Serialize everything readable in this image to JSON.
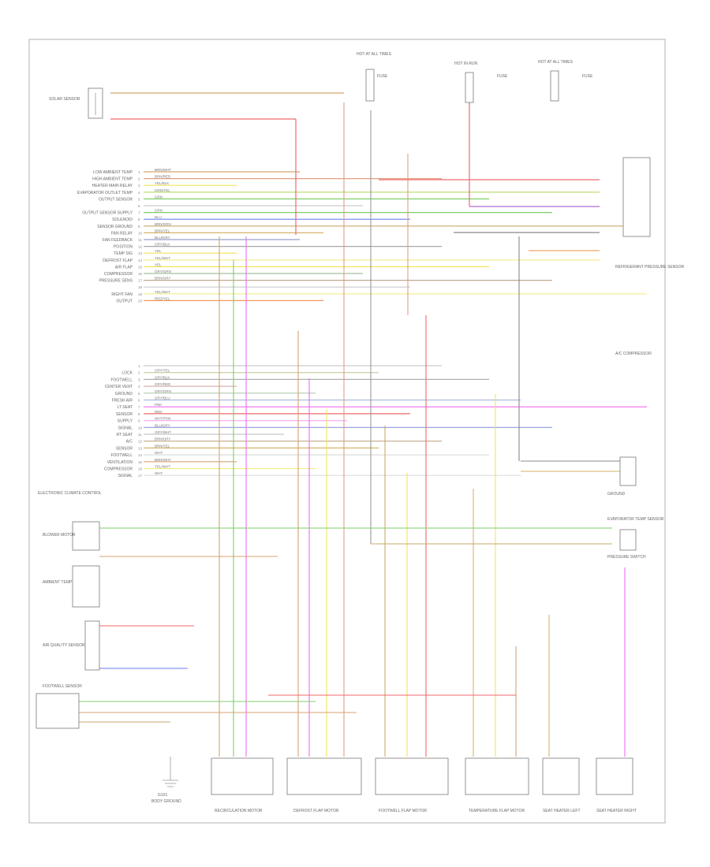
{
  "page": {
    "footer_code": ""
  },
  "ecm": {
    "upper_pins": [
      {
        "label": "LOW AMBIENT TEMP",
        "num": "1",
        "wire": "BRN/WHT",
        "color": "#d4a373"
      },
      {
        "label": "HIGH AMBIENT TEMP",
        "num": "2",
        "wire": "BRN/RED",
        "color": "#e0a080"
      },
      {
        "label": "HEATER MAIN RELAY",
        "num": "3",
        "wire": "YEL/BLK",
        "color": "#f2e45a"
      },
      {
        "label": "EVAPORATOR OUTLET TEMP",
        "num": "4",
        "wire": "GRN/YEL",
        "color": "#b4d860"
      },
      {
        "label": "OUTPUT SENSOR",
        "num": "5",
        "wire": "GRN",
        "color": "#7ecf6a"
      },
      {
        "label": "",
        "num": "6",
        "wire": "",
        "color": "#cccccc"
      },
      {
        "label": "OUTPUT SENSOR SUPPLY",
        "num": "7",
        "wire": "GRN",
        "color": "#7ecf6a"
      },
      {
        "label": "SOLENOID",
        "num": "8",
        "wire": "BLU",
        "color": "#6a7ff0"
      },
      {
        "label": "SENSOR GROUND",
        "num": "9",
        "wire": "BRN/GRN",
        "color": "#c9a96e"
      },
      {
        "label": "FAN RELAY",
        "num": "10",
        "wire": "BRN/YEL",
        "color": "#d6b46a"
      },
      {
        "label": "FAN FEEDBACK",
        "num": "11",
        "wire": "BLU/GRY",
        "color": "#9aa0c8"
      },
      {
        "label": "POSITION",
        "num": "12",
        "wire": "GRY/BLK",
        "color": "#a8a8a8"
      },
      {
        "label": "TEMP SIG",
        "num": "13",
        "wire": "YEL",
        "color": "#f2e45a"
      },
      {
        "label": "DEFROST FLAP",
        "num": "14",
        "wire": "YEL/WHT",
        "color": "#f4ec8a"
      },
      {
        "label": "AIR FLAP",
        "num": "15",
        "wire": "YEL",
        "color": "#f2e45a"
      },
      {
        "label": "COMPRESSOR",
        "num": "16",
        "wire": "GRY/GRN",
        "color": "#a6c0a0"
      },
      {
        "label": "PRESSURE SENS",
        "num": "17",
        "wire": "BRN/GRY",
        "color": "#bfa890"
      },
      {
        "label": "",
        "num": "18",
        "wire": "",
        "color": "#cccccc"
      },
      {
        "label": "RIGHT FAN",
        "num": "19",
        "wire": "YEL/WHT",
        "color": "#f4ec8a"
      },
      {
        "label": "OUTPUT",
        "num": "20",
        "wire": "RED/YEL",
        "color": "#f29a5a"
      }
    ],
    "lower_pins": [
      {
        "label": "",
        "num": "1",
        "wire": "",
        "color": "#cccccc"
      },
      {
        "label": "LOCK",
        "num": "2",
        "wire": "GRY/YEL",
        "color": "#c8c8a0"
      },
      {
        "label": "FOOTWELL",
        "num": "3",
        "wire": "GRY/BLK",
        "color": "#b0b0b0"
      },
      {
        "label": "CENTER VENT",
        "num": "4",
        "wire": "GRY/RED",
        "color": "#d6b0b0"
      },
      {
        "label": "GROUND",
        "num": "5",
        "wire": "GRY/GRN",
        "color": "#b0c8b0"
      },
      {
        "label": "FRESH AIR",
        "num": "6",
        "wire": "GRY/BLU",
        "color": "#b0b8d8"
      },
      {
        "label": "LT SEAT",
        "num": "7",
        "wire": "PNK",
        "color": "#f06cf0"
      },
      {
        "label": "SENSOR",
        "num": "8",
        "wire": "RED",
        "color": "#f06a6a"
      },
      {
        "label": "SUPPLY",
        "num": "9",
        "wire": "WHT/PNK",
        "color": "#f4b0f4"
      },
      {
        "label": "SIGNAL",
        "num": "10",
        "wire": "BLU/GRY",
        "color": "#8f9ae0"
      },
      {
        "label": "RT SEAT",
        "num": "11",
        "wire": "GRY/WHT",
        "color": "#c8c8c8"
      },
      {
        "label": "A/C",
        "num": "12",
        "wire": "BRN/GRY",
        "color": "#c0a888"
      },
      {
        "label": "SENSOR",
        "num": "13",
        "wire": "BRN/YEL",
        "color": "#d6b46a"
      },
      {
        "label": "FOOTWELL",
        "num": "14",
        "wire": "WHT",
        "color": "#dddddd"
      },
      {
        "label": "VENTILATION",
        "num": "15",
        "wire": "BRN/WHT",
        "color": "#d4a373"
      },
      {
        "label": "COMPRESSOR",
        "num": "16",
        "wire": "YEL/WHT",
        "color": "#f4ec8a"
      },
      {
        "label": "SIGNAL",
        "num": "17",
        "wire": "WHT",
        "color": "#dddddd"
      }
    ],
    "ecm_caption": "ELECTRONIC CLIMATE CONTROL"
  },
  "top": {
    "left_sensor": "SOLAR SENSOR",
    "fuse_a": "HOT AT ALL TIMES",
    "fuse_a_sub": "FUSE",
    "fuse_b": "HOT IN RUN",
    "fuse_b_sub": "FUSE",
    "fuse_c": "HOT AT ALL TIMES",
    "fuse_c_sub": "FUSE"
  },
  "right_labels": {
    "refrigerant": "REFRIGERANT PRESSURE SENSOR",
    "compressor": "A/C COMPRESSOR",
    "ground": "GROUND",
    "evaporator": "EVAPORATOR TEMP SENSOR",
    "pressure": "PRESSURE SWITCH"
  },
  "left_components": {
    "c1": "BLOWER MOTOR",
    "c2": "AMBIENT TEMP",
    "c3": "AIR QUALITY SENSOR",
    "c4": "FOOTWELL SENSOR",
    "c5": "G101"
  },
  "bottom": {
    "ground": "G101",
    "ground_sub": "BODY GROUND",
    "m1": "RECIRCULATION MOTOR",
    "m2": "DEFROST FLAP MOTOR",
    "m3": "FOOTWELL FLAP MOTOR",
    "m4": "TEMPERATURE FLAP MOTOR",
    "m5": "SEAT HEATER LEFT",
    "m6": "SEAT HEATER RIGHT"
  }
}
